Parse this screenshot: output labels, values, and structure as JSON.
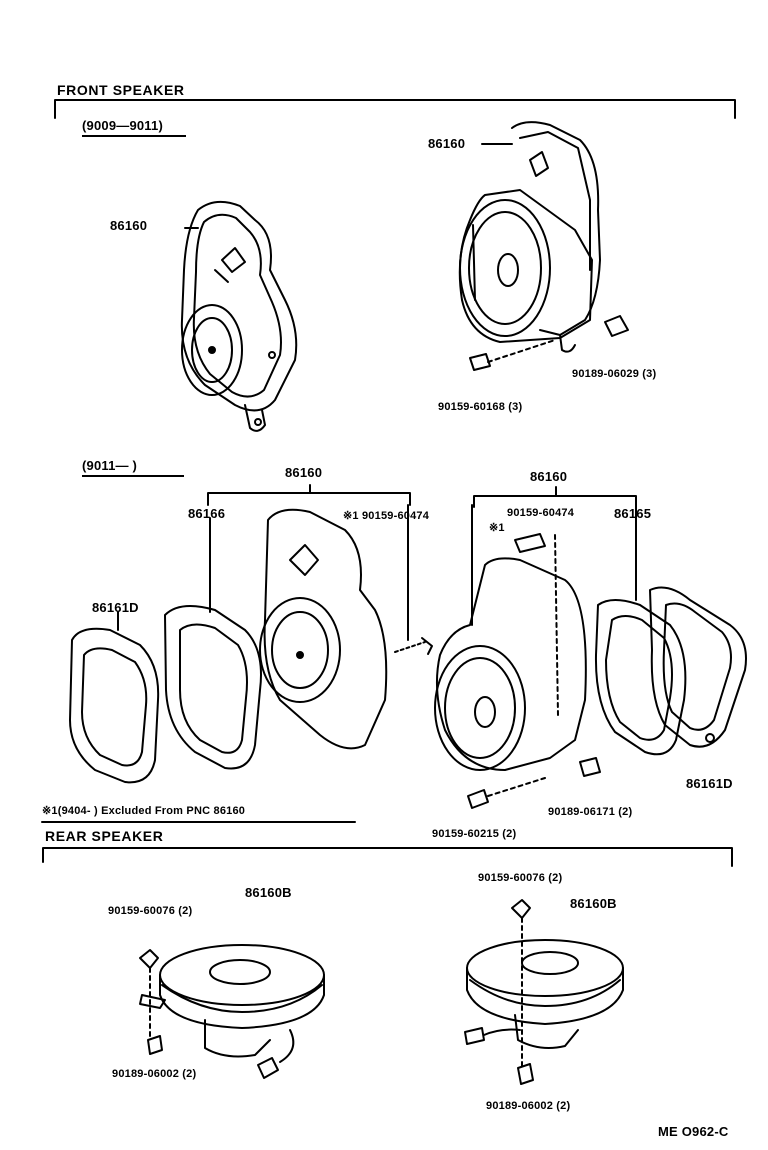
{
  "sections": {
    "front": "FRONT SPEAKER",
    "rear": "REAR SPEAKER"
  },
  "ranges": {
    "r1": "(9009—9011)",
    "r2": "(9011—        )"
  },
  "parts": {
    "p86160_a": "86160",
    "p86160_b": "86160",
    "p86160_c": "86160",
    "p86160_d": "86160",
    "p86166": "86166",
    "p86165": "86165",
    "p86161d_l": "86161D",
    "p86161d_r": "86161D",
    "p86160b_l": "86160B",
    "p86160b_r": "86160B",
    "b90189_06029": "90189-06029 (3)",
    "b90159_60168": "90159-60168 (3)",
    "b90159_60474_a": "※1 90159-60474",
    "b90159_60474_b": "90159-60474",
    "b_mark": "※1",
    "b90189_06171": "90189-06171 (2)",
    "b90159_60215": "90159-60215 (2)",
    "b90159_60076_l": "90159-60076 (2)",
    "b90159_60076_r": "90159-60076 (2)",
    "b90189_06002_l": "90189-06002 (2)",
    "b90189_06002_r": "90189-06002 (2)"
  },
  "note": "※1(9404-      ) Excluded From PNC 86160",
  "code": "ME  O962-C"
}
